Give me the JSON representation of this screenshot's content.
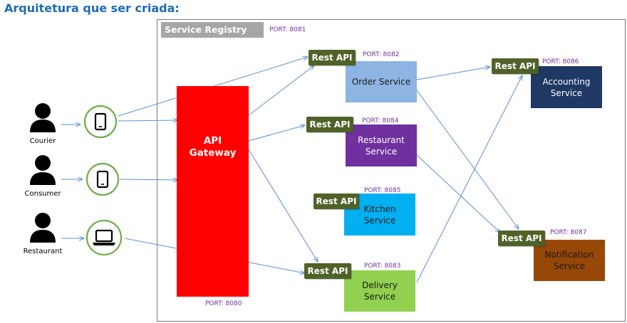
{
  "title": "Arquitetura que ser criada:",
  "service_registry": {
    "label": "Service Registry",
    "port": "PORT: 8081"
  },
  "api_gateway": {
    "label": "API\nGateway",
    "port": "PORT: 8080",
    "color": "#ff0000"
  },
  "rest_api_label": "Rest API",
  "clients": [
    {
      "label": "Courier",
      "device": "smartphone-icon"
    },
    {
      "label": "Consumer",
      "device": "smartphone-icon"
    },
    {
      "label": "Restaurant",
      "device": "laptop-icon"
    }
  ],
  "services": {
    "order": {
      "name": "Order Service",
      "port": "PORT: 8082",
      "color": "#8db4e2"
    },
    "restaurant": {
      "name": "Restaurant\nService",
      "port": "PORT: 8084",
      "color": "#7030a0"
    },
    "kitchen": {
      "name": "Kitchen\nService",
      "port": "PORT: 8085",
      "color": "#00b0f0"
    },
    "delivery": {
      "name": "Delivery\nService",
      "port": "PORT: 8083",
      "color": "#92d050"
    },
    "accounting": {
      "name": "Accounting\nService",
      "port": "PORT: 8086",
      "color": "#1f3864"
    },
    "notification": {
      "name": "Notification\nService",
      "port": "PORT: 8087",
      "color": "#974706"
    }
  },
  "colors": {
    "arrow": "#5b8fd1",
    "device_ring": "#70ad47",
    "rest_api": "#4f6228",
    "title": "#1f6bb5"
  }
}
